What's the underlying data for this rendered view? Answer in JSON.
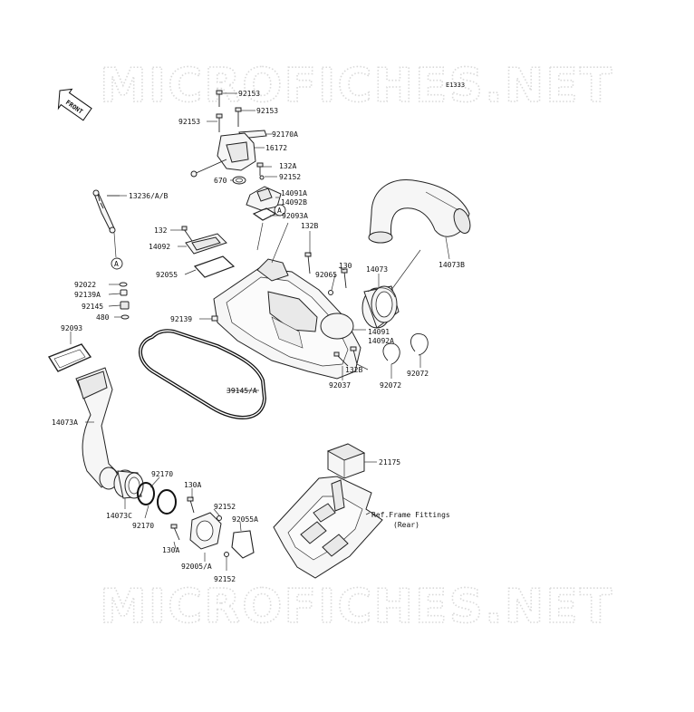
{
  "diagram_id": "E1333",
  "front_label": "FRONT",
  "watermark_text": "MICROFICHES.NET",
  "ref_note": {
    "line1": "Ref.Frame Fittings",
    "line2": "(Rear)"
  },
  "callout_letter": "A",
  "labels": {
    "p92153a": "92153",
    "p92153b": "92153",
    "p92153c": "92153",
    "p92170a": "92170A",
    "p16172": "16172",
    "p132a": "132A",
    "p670": "670",
    "p92152": "92152",
    "p14091a": "14091A",
    "p14092b": "14092B",
    "p92093a": "92093A",
    "p13236": "13236/A/B",
    "p132": "132",
    "p14092": "14092",
    "p132b": "132B",
    "p92065": "92065",
    "p130": "130",
    "p14073": "14073",
    "p14073b": "14073B",
    "p92055": "92055",
    "p92022": "92022",
    "p92139a": "92139A",
    "p92145": "92145",
    "p480": "480",
    "p92139": "92139",
    "p92093": "92093",
    "p14091": "14091",
    "p14092a": "14092A",
    "p132b2": "132B",
    "p92037": "92037",
    "p92072a": "92072",
    "p92072b": "92072",
    "p39145": "39145/A",
    "p14073a": "14073A",
    "p21175": "21175",
    "p92170b": "92170",
    "p130a": "130A",
    "p92152b": "92152",
    "p92055a": "92055A",
    "p14073c": "14073C",
    "p92170c": "92170",
    "p130a2": "130A",
    "p92005": "92005/A",
    "p92152c": "92152"
  }
}
